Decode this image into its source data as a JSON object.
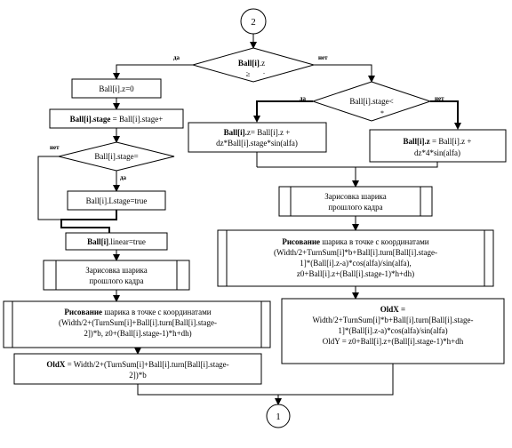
{
  "connectors": {
    "top": "2",
    "bottom": "1"
  },
  "branch_labels": {
    "yes": "да",
    "no": "нет"
  },
  "decision_main": {
    "bold": "Ball[i]",
    "rest": ".z",
    "line2": "≥",
    "line2b": "."
  },
  "left": {
    "assign_z": "Ball[i].z=0",
    "stage_bold": "Ball[i].stage",
    "stage_rest": " = Ball[i].stage+",
    "decision_stage": "Ball[i].stage=",
    "lstage": "Ball[i].Lstage=true",
    "linear_bold": "Ball[i]",
    "linear_rest": ".linear=true",
    "draw_prev_l1": "Зарисовка шарика",
    "draw_prev_l2": "прошлого кадра",
    "draw_bold": "Рисование",
    "draw_rest": " шарика в точке с координатами",
    "draw_l2": "(Width/2+(TurnSum[i]+Ball[i].turn[Ball[i].stage-",
    "draw_l3": "2])*b, z0+(Ball[i].stage-1)*h+dh)",
    "oldx_bold": "OldX",
    "oldx_rest": " = Width/2+(TurnSum[i]+Ball[i].turn[Ball[i].stage-",
    "oldx_l2": "2])*b"
  },
  "right": {
    "decision_stage": "Ball[i].stage<",
    "decision_mark": "*",
    "z_left_bold": "Ball[i].",
    "z_left_rest": "z= Ball[i].z +",
    "z_left_l2": "dz*Ball[i].stage*sin(alfa)",
    "z_right_bold": "Ball[i].z",
    "z_right_rest": " = Ball[i].z +",
    "z_right_l2": "dz*4*sin(alfa)",
    "draw_prev_l1": "Зарисовка шарика",
    "draw_prev_l2": "прошлого кадра",
    "draw_bold": "Рисование",
    "draw_rest": " шарика в точке с координатами",
    "draw_l2": "(Width/2+TurnSum[i]*b+Ball[i].turn[Ball[i].stage-",
    "draw_l3": "1]*(Ball[i].z-a)*cos(alfa)/sin(alfa),",
    "draw_l4": "z0+Ball[i].z+(Ball[i].stage-1)*h+dh)",
    "oldx_head": "OldX =",
    "oldx_l2": "Width/2+TurnSum[i]*b+Ball[i].turn[Ball[i].stage-",
    "oldx_l3": "1]*(Ball[i].z-a)*cos(alfa)/sin(alfa)",
    "oldy_l4": "OldY = z0+Ball[i].z+(Ball[i].stage-1)*h+dh"
  }
}
